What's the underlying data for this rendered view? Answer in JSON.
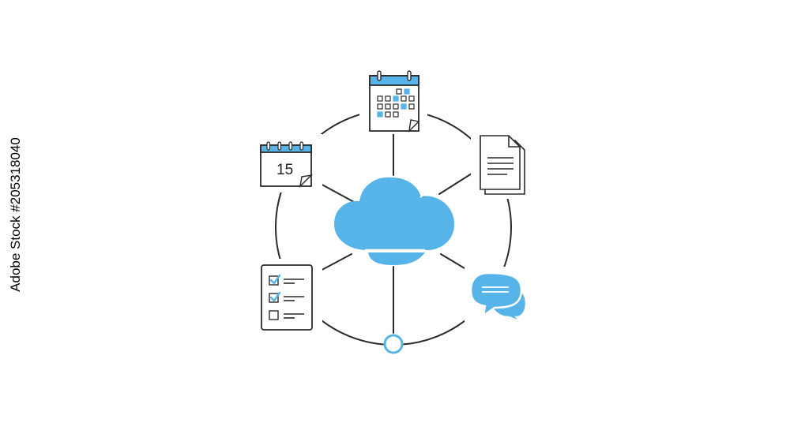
{
  "colors": {
    "accent": "#56b4e9",
    "line": "#2b2b2b",
    "background": "#ffffff"
  },
  "watermark_id": "#205318040",
  "watermark_brand": "Adobe Stock",
  "icons": {
    "center": "cloud-icon",
    "top": "calendar-grid-icon",
    "top_left": "calendar-day-icon",
    "top_right": "document-icon",
    "bottom_left": "checklist-icon",
    "bottom_right": "chat-bubbles-icon",
    "bottom": "node-circle-icon"
  },
  "calendar_day": "15"
}
